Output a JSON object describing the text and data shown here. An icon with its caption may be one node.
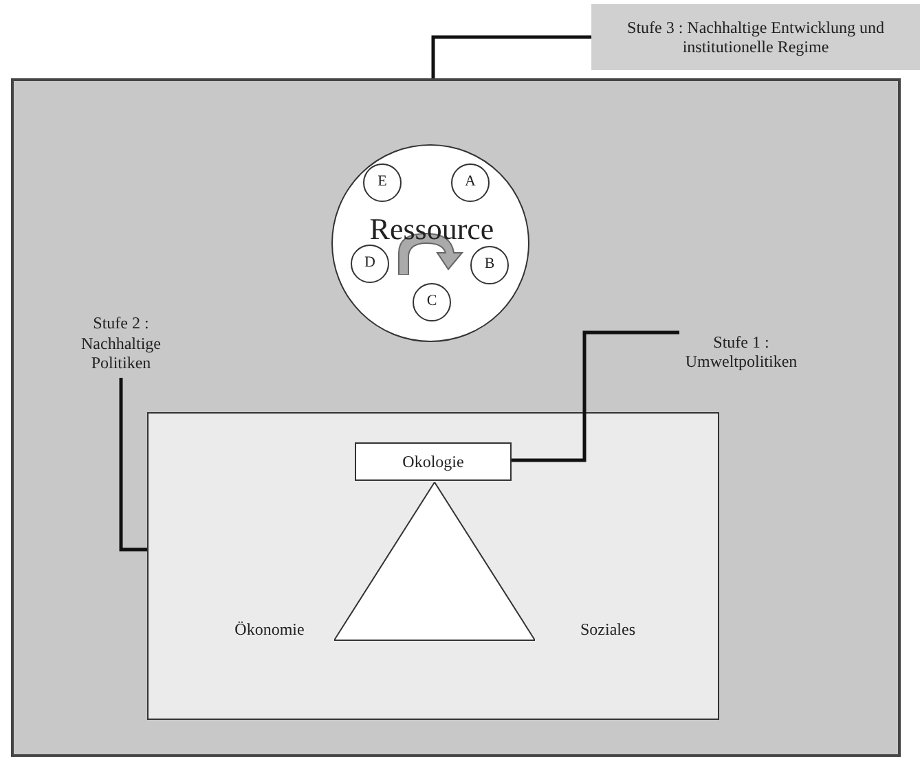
{
  "diagram": {
    "nodes": [
      {
        "text": [
          "Stufe 3 : Nachhaltige Entwicklung und institutionelle Regime"
        ]
      },
      {
        "text": [],
        "shape": "box"
      },
      {
        "text": [
          "Ressource"
        ],
        "in": 1
      },
      {
        "text": [
          "E"
        ],
        "in": 2
      },
      {
        "text": [
          "A"
        ],
        "in": 2
      },
      {
        "text": [
          "D"
        ],
        "in": 2
      },
      {
        "text": [
          "B"
        ],
        "in": 2
      },
      {
        "text": [
          "C"
        ],
        "in": 2
      },
      {
        "text": [
          "Stufe 2 : Nachhaltige Politiken"
        ],
        "in": 1
      },
      {
        "text": [
          "Stufe 1 : Umweltpolitiken"
        ],
        "in": 1
      },
      {
        "text": [],
        "shape": "box",
        "in": 1
      },
      {
        "text": [
          "Okologie"
        ],
        "in": 10
      },
      {
        "text": [],
        "shape": "triangle",
        "in": 10,
        "beside": [
          "Ökonomie",
          "Soziales"
        ]
      }
    ],
    "edges": [
      {
        "from": 0,
        "to": 1,
        "arrow": "none"
      },
      {
        "from": 8,
        "to": 10,
        "arrow": "none"
      },
      {
        "from": 9,
        "to": 11,
        "arrow": "none"
      }
    ]
  }
}
